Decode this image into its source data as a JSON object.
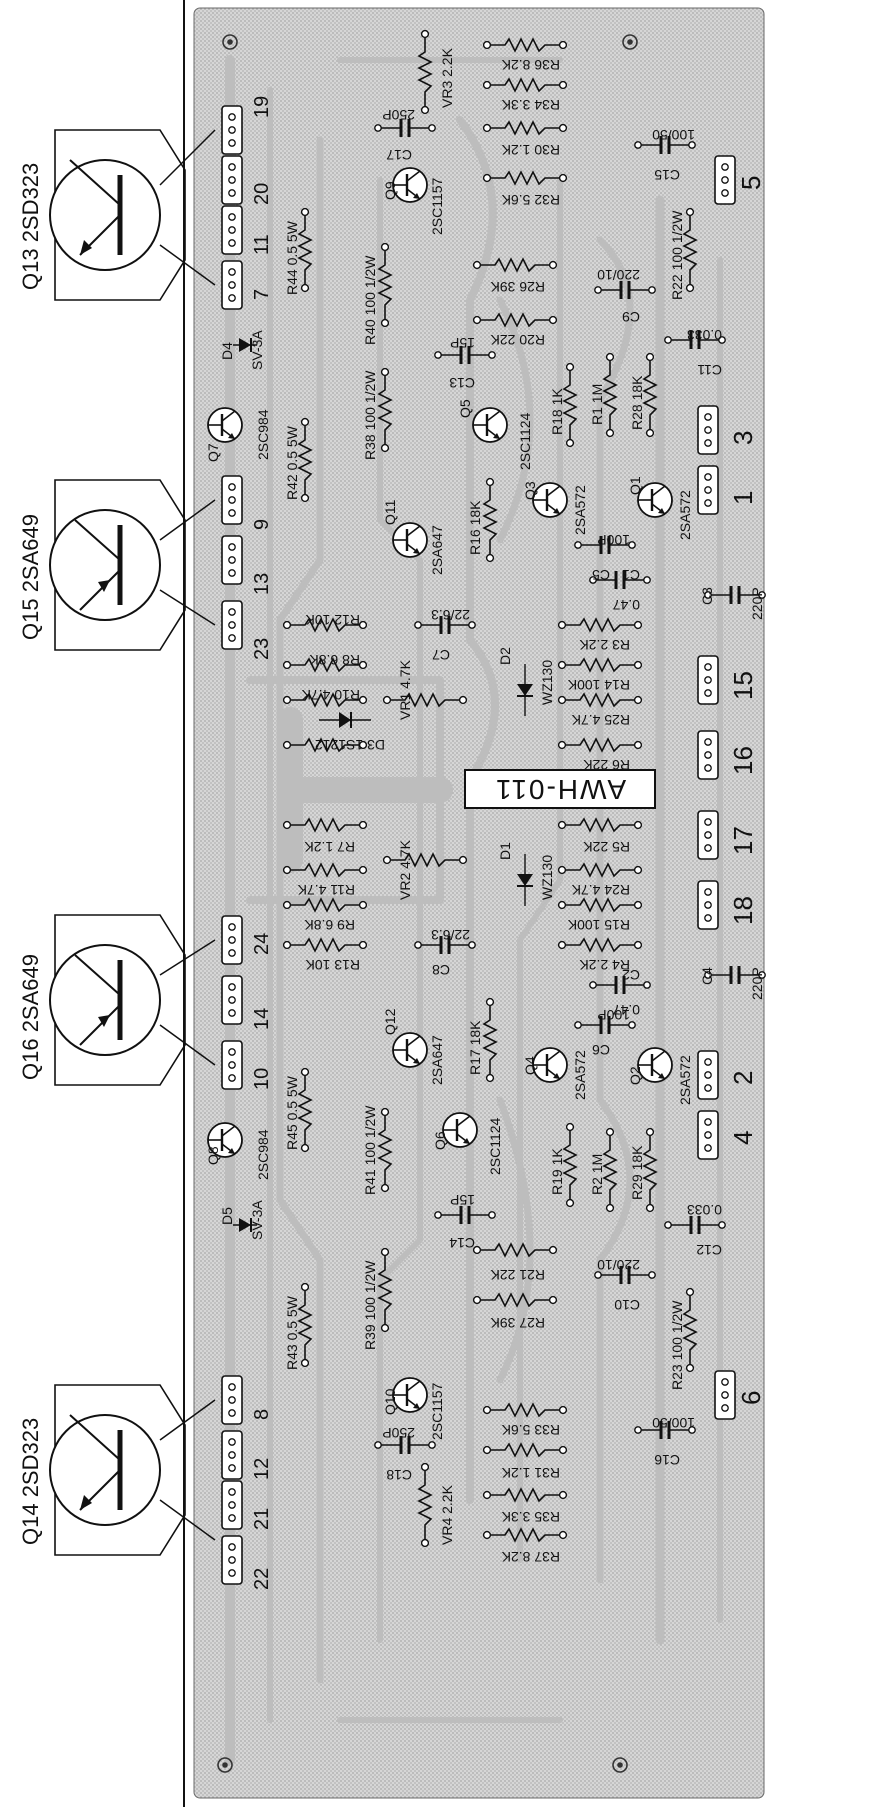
{
  "board": {
    "id": "AWH-011"
  },
  "transistors_offboard": [
    {
      "name": "Q13 2SD323",
      "pins": [
        "19",
        "20",
        "11",
        "7"
      ]
    },
    {
      "name": "Q15 2SA649",
      "pins": [
        "9",
        "13",
        "23"
      ]
    },
    {
      "name": "Q16 2SA649",
      "pins": [
        "24",
        "14",
        "10"
      ]
    },
    {
      "name": "Q14 2SD323",
      "pins": [
        "8",
        "12",
        "21",
        "22"
      ]
    }
  ],
  "terminals": [
    "5",
    "3",
    "1",
    "15",
    "16",
    "17",
    "18",
    "2",
    "4",
    "6"
  ],
  "parts": {
    "vr3": "VR3 2.2K",
    "r36": "R36 8.2K",
    "r34": "R34 3.3K",
    "c17": "250P",
    "c17_ref": "C17",
    "r30": "R30 1.2K",
    "c15_val": "100/50",
    "c15_ref": "C15",
    "q9": "2SC1157",
    "q9_ref": "Q9",
    "r32": "R32 5.6K",
    "r44": "R44 0.5 5W",
    "r40": "R40 100 1/2W",
    "r22": "R22 100 1/2W",
    "r26": "R26 39K",
    "c9_val": "220/10",
    "c9_ref": "C9",
    "d4": "D4",
    "d4_val": "SV-3A",
    "r20": "R20 22K",
    "c13_val": "15P",
    "c13_ref": "C13",
    "c11_val": "0.033",
    "c11_ref": "C11",
    "q7": "2SC984",
    "q7_ref": "Q7",
    "r38": "R38 100 1/2W",
    "q5_ref": "Q5",
    "q5": "2SC1124",
    "r18": "R18 1K",
    "r1": "R1 1M",
    "r28": "R28 18K",
    "r42": "R42 0.5 5W",
    "q3_ref": "Q3",
    "q3": "2SA572",
    "q1_ref": "Q1",
    "q1": "2SA572",
    "q11_ref": "Q11",
    "q11": "2SA647",
    "r16": "R16 18K",
    "c5_val": "100P",
    "c5_ref": "C5",
    "c1_val": "0.47",
    "c1_ref": "C1",
    "c3_ref": "C3",
    "c3_val": "220P",
    "r12": "R12 10K",
    "c7_val": "22/6.3",
    "c7_ref": "C7",
    "r3": "R3 2.2K",
    "r8": "R8 6.8K",
    "r14": "R14 100K",
    "d2_ref": "D2",
    "d2_val": "WZ130",
    "r10": "R10 4.7K",
    "vr1": "VR1 4.7K",
    "r25": "R25 4.7K",
    "d3": "D3 1S1212",
    "r6": "R6 22K",
    "r7": "R7 1.2K",
    "r5": "R5 22K",
    "vr2": "VR2 4.7K",
    "r11": "R11 4.7K",
    "d1_ref": "D1",
    "d1_val": "WZ130",
    "r24": "R24 4.7K",
    "r9": "R9 6.8K",
    "r15": "R15 100K",
    "c8_val": "22/6.3",
    "c8_ref": "C8",
    "r13": "R13 10K",
    "r4": "R4 2.2K",
    "c2_val": "0.47",
    "c2_ref": "C2",
    "c4_ref": "C4",
    "c4_val": "220P",
    "q12_ref": "Q12",
    "q12": "2SA647",
    "r17": "R17 18K",
    "c6_val": "100P",
    "c6_ref": "C6",
    "q4_ref": "Q4",
    "q4": "2SA572",
    "q2_ref": "Q2",
    "q2": "2SA572",
    "r45": "R45 0.5 5W",
    "q8_ref": "Q8",
    "q8": "2SC984",
    "r41": "R41 100 1/2W",
    "q6_ref": "Q6",
    "q6": "2SC1124",
    "r19": "R19 1K",
    "r2": "R2 1M",
    "r29": "R29 18K",
    "c14_val": "15P",
    "c14_ref": "C14",
    "d5": "D5",
    "d5_val": "SV-3A",
    "c12_val": "0.033",
    "c12_ref": "C12",
    "r21": "R21 22K",
    "c10_val": "220/10",
    "c10_ref": "C10",
    "r39": "R39 100 1/2W",
    "r27": "R27 39K",
    "r43": "R43 0.5 5W",
    "r23": "R23 100 1/2W",
    "q10_ref": "Q10",
    "q10": "2SC1157",
    "r33": "R33 5.6K",
    "c16_val": "100/50",
    "c16_ref": "C16",
    "c18_val": "250P",
    "c18_ref": "C18",
    "r31": "R31 1.2K",
    "vr4": "VR4 2.2K",
    "r35": "R35 3.3K",
    "r37": "R37 8.2K"
  }
}
